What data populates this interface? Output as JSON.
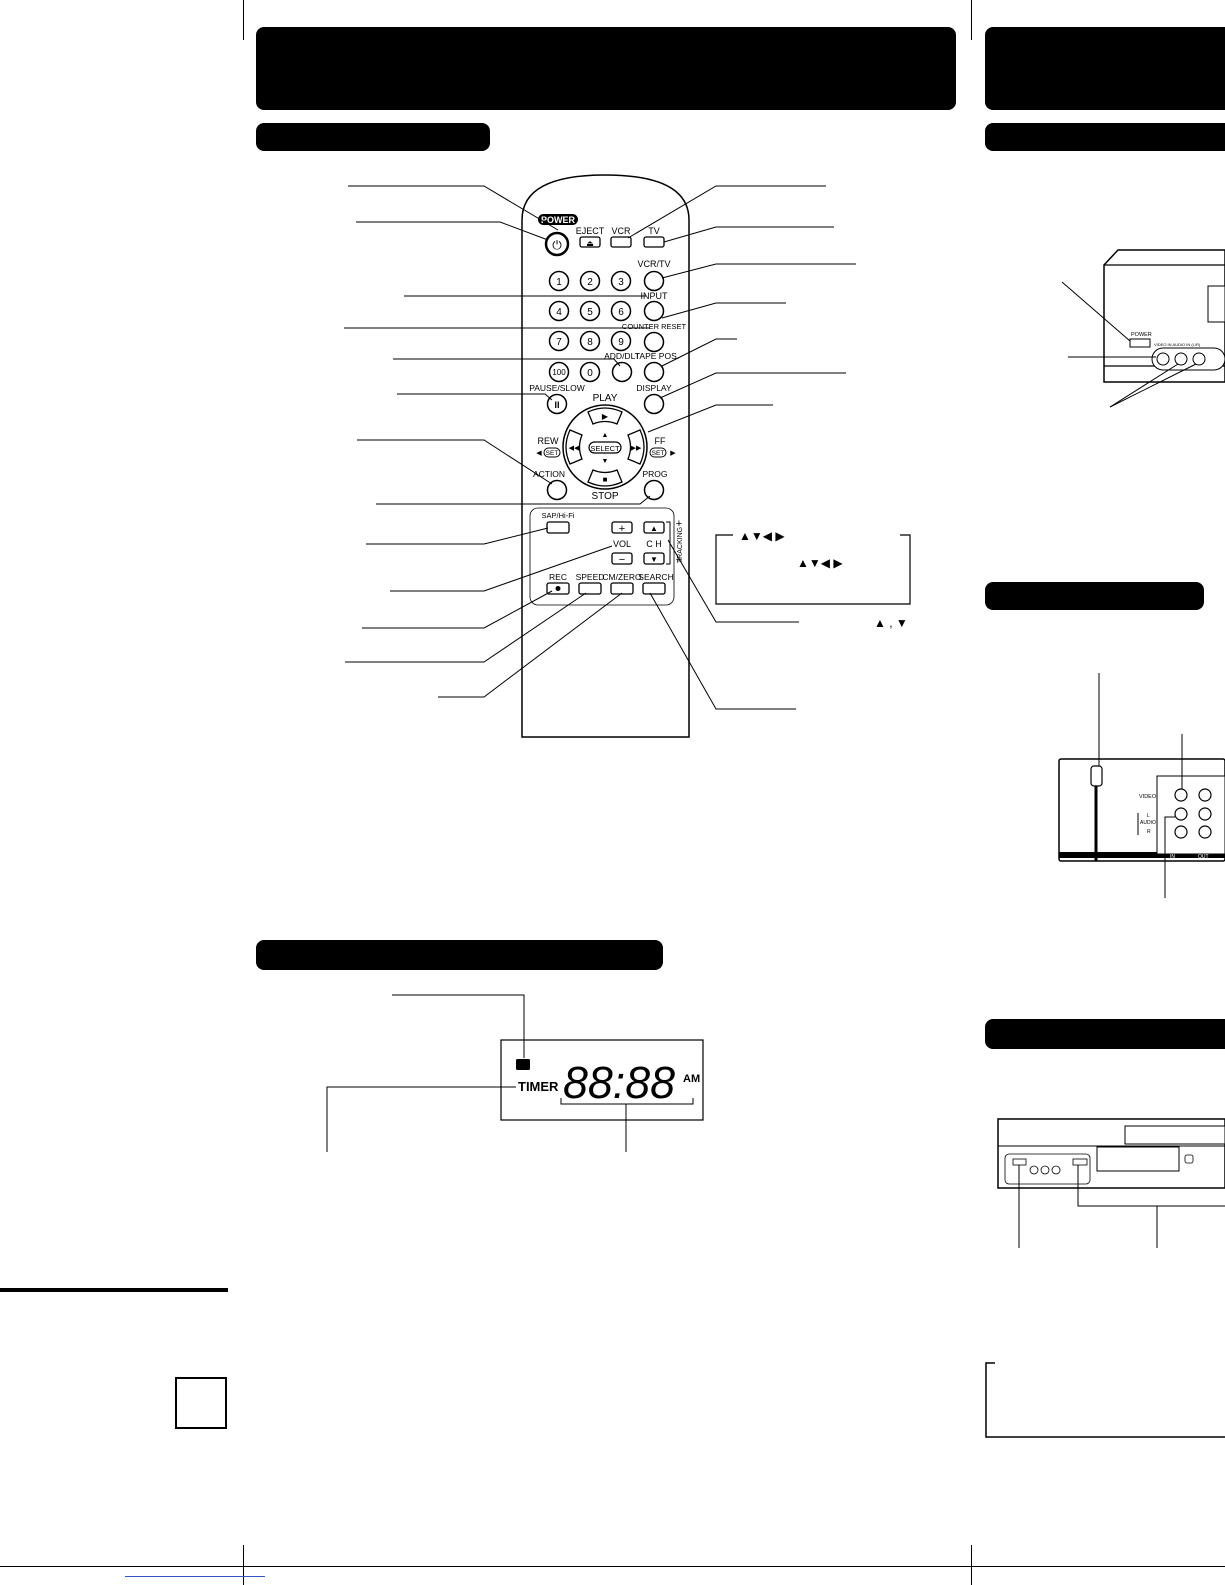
{
  "remote": {
    "power_badge": "POWER",
    "eject": "EJECT",
    "vcr": "VCR",
    "tv": "TV",
    "vcr_tv": "VCR/TV",
    "digits": [
      "1",
      "2",
      "3",
      "4",
      "5",
      "6",
      "7",
      "8",
      "9",
      "100",
      "0"
    ],
    "input": "INPUT",
    "counter_reset": "COUNTER RESET",
    "add_dlt": "ADD/DLT",
    "tape_pos": "TAPE POS.",
    "pause_slow": "PAUSE/SLOW",
    "display": "DISPLAY",
    "play": "PLAY",
    "rew": "REW",
    "ff": "FF",
    "set": "SET",
    "select": "SELECT",
    "stop": "STOP",
    "action": "ACTION",
    "prog": "PROG",
    "sap_hifi": "SAP/Hi-Fi",
    "vol": "VOL",
    "ch": "C H",
    "tracking": "TRACKING",
    "rec": "REC",
    "speed": "SPEED",
    "cm_zero": "CM/ZERO",
    "search": "SEARCH"
  },
  "notice": {
    "arrows_top": "▲▼◀ ▶",
    "arrows_mid": "▲▼◀ ▶",
    "arrows_ch": "▲ , ▼"
  },
  "display_panel": {
    "timer": "TIMER",
    "time": "88:88",
    "ampm": "AM"
  },
  "front_panel": {
    "power": "POWER",
    "input_label": "VIDEO IN  AUDIO IN (L/R)"
  },
  "rear_panel": {
    "video": "VIDEO",
    "audio": "AUDIO",
    "l": "L",
    "r": "R",
    "in_label": "IN",
    "out_label": "OUT"
  },
  "colors": {
    "ink": "#000000",
    "paper": "#ffffff"
  }
}
